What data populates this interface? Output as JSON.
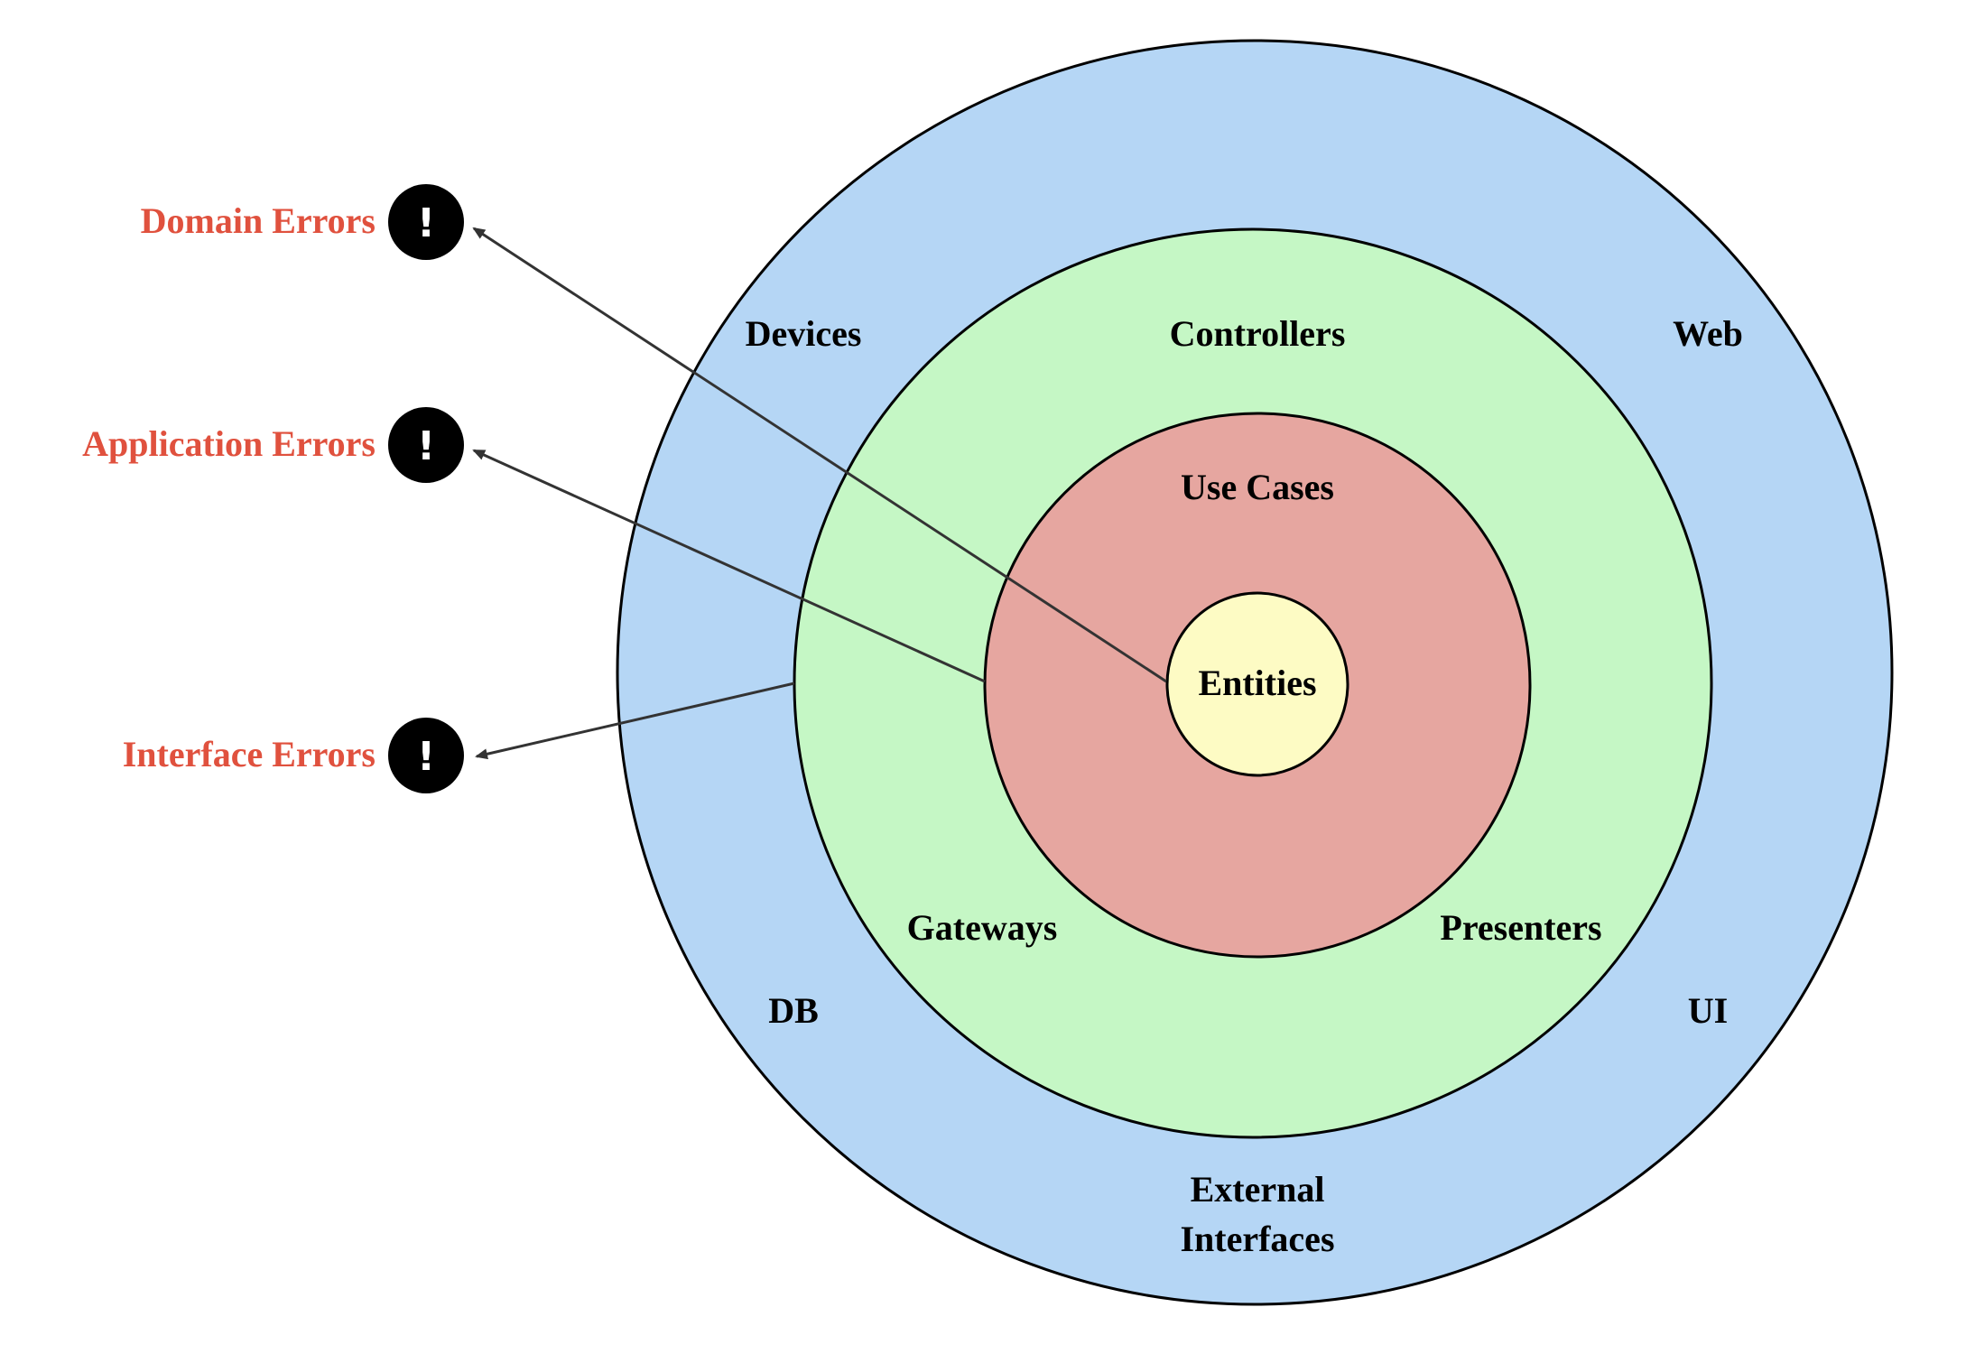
{
  "colors": {
    "external_ring": "#b5d6f5",
    "adapters_ring": "#c5f7c5",
    "use_cases_ring": "#e6a6a0",
    "entities_core": "#fdfbc4",
    "error_text": "#e0513e",
    "arrow": "#333333"
  },
  "layers": {
    "entities": "Entities",
    "use_cases": "Use Cases",
    "controllers": "Controllers",
    "gateways": "Gateways",
    "presenters": "Presenters",
    "devices": "Devices",
    "web": "Web",
    "db": "DB",
    "ui": "UI",
    "external_line1": "External",
    "external_line2": "Interfaces"
  },
  "errors": [
    {
      "label": "Domain Errors",
      "icon": "exclamation-circle-icon",
      "glyph": "!"
    },
    {
      "label": "Application Errors",
      "icon": "exclamation-circle-icon",
      "glyph": "!"
    },
    {
      "label": "Interface Errors",
      "icon": "exclamation-circle-icon",
      "glyph": "!"
    }
  ]
}
